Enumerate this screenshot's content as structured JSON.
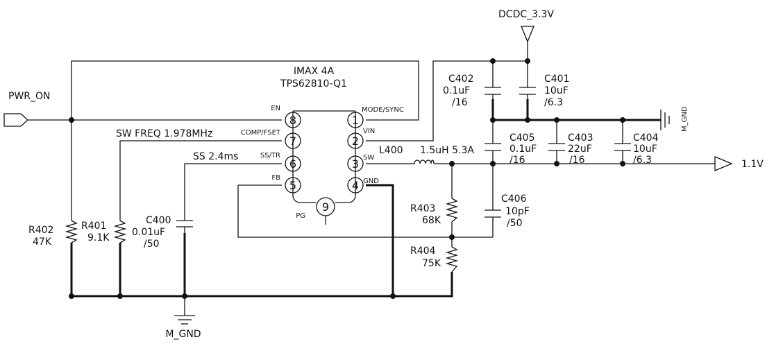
{
  "supply": {
    "net": "DCDC_3.3V"
  },
  "output": {
    "net": "1.1V"
  },
  "input": {
    "net": "PWR_ON"
  },
  "grounds": {
    "right": "M_GND",
    "bottom": "M_GND"
  },
  "ic": {
    "title": "IMAX 4A",
    "part": "TPS62810-Q1",
    "pins": [
      {
        "num": "1",
        "name": "MODE/SYNC"
      },
      {
        "num": "2",
        "name": "VIN"
      },
      {
        "num": "3",
        "name": "SW"
      },
      {
        "num": "4",
        "name": "GND"
      },
      {
        "num": "5",
        "name": "FB"
      },
      {
        "num": "6",
        "name": "SS/TR"
      },
      {
        "num": "7",
        "name": "COMP/FSET"
      },
      {
        "num": "8",
        "name": "EN"
      },
      {
        "num": "9",
        "name": "PG"
      }
    ],
    "notes": {
      "sw_freq": "SW FREQ 1.978MHz",
      "ss": "SS 2.4ms"
    }
  },
  "components": {
    "L400": {
      "ref": "L400",
      "value": "1.5uH 5.3A"
    },
    "R401": {
      "ref": "R401",
      "value": "9.1K"
    },
    "R402": {
      "ref": "R402",
      "value": "47K"
    },
    "R403": {
      "ref": "R403",
      "value": "68K"
    },
    "R404": {
      "ref": "R404",
      "value": "75K"
    },
    "C400": {
      "ref": "C400",
      "value": "0.01uF",
      "rating": "/50"
    },
    "C401": {
      "ref": "C401",
      "value": "10uF",
      "rating": "/6.3"
    },
    "C402": {
      "ref": "C402",
      "value": "0.1uF",
      "rating": "/16"
    },
    "C403": {
      "ref": "C403",
      "value": "22uF",
      "rating": "/16"
    },
    "C404": {
      "ref": "C404",
      "value": "10uF",
      "rating": "/6.3"
    },
    "C405": {
      "ref": "C405",
      "value": "0.1uF",
      "rating": "/16"
    },
    "C406": {
      "ref": "C406",
      "value": "10pF",
      "rating": "/50"
    }
  }
}
